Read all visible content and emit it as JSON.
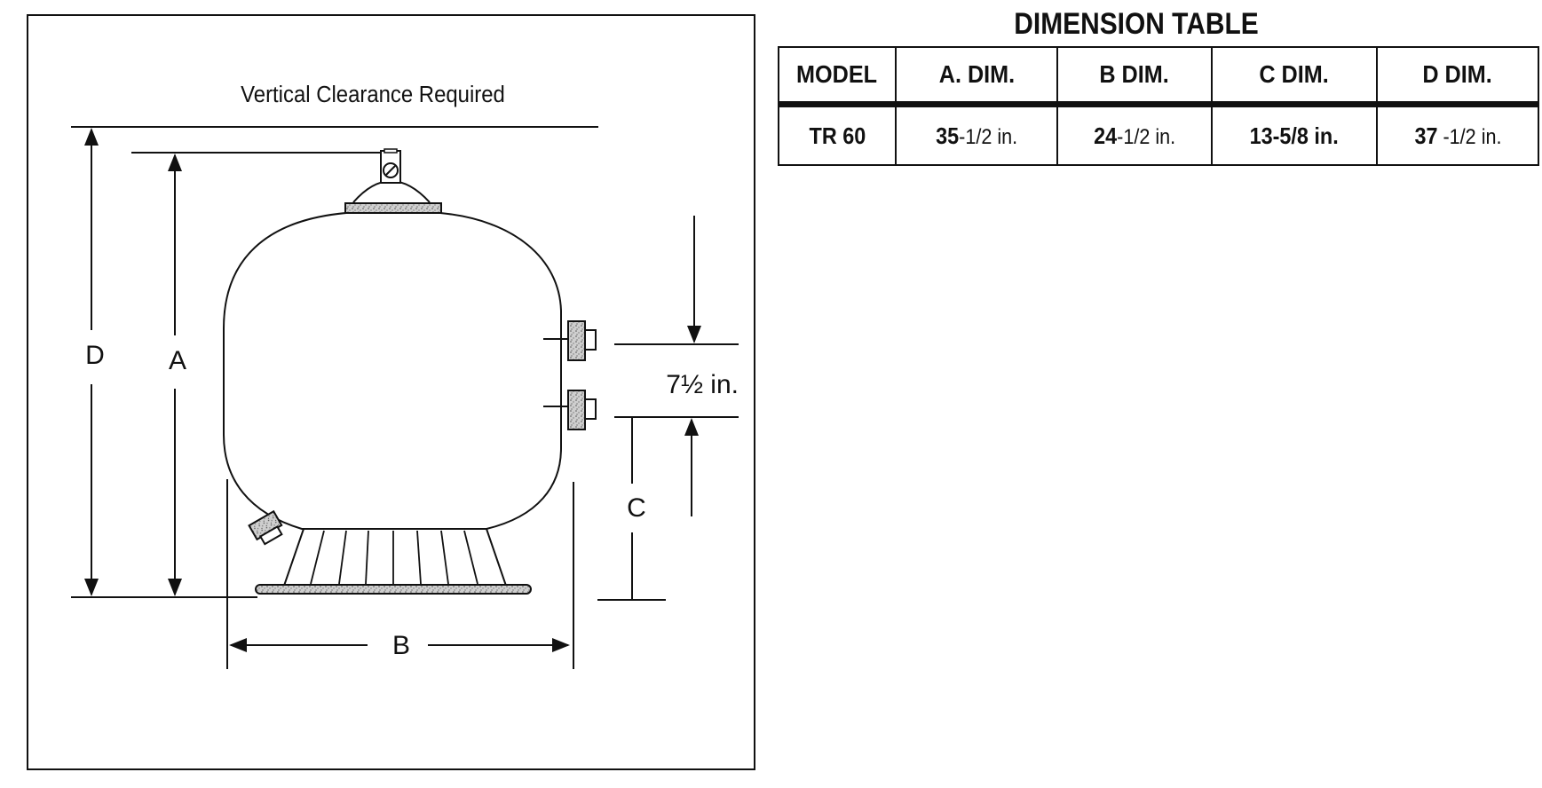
{
  "diagram": {
    "clearance_label": "Vertical Clearance Required",
    "label_d": "D",
    "label_a": "A",
    "label_b": "B",
    "label_c": "C",
    "label_port_spacing": "7½ in."
  },
  "table": {
    "title": "DIMENSION TABLE",
    "headers": [
      "MODEL",
      "A. DIM.",
      "B DIM.",
      "C DIM.",
      "D DIM."
    ],
    "row": {
      "model": "TR 60",
      "a": {
        "whole": "35",
        "frac": "-1/2 in."
      },
      "b": {
        "whole": "24",
        "frac": "-1/2 in."
      },
      "c": "13-5/8 in.",
      "d": {
        "whole": "37",
        "frac": " -1/2 in."
      }
    }
  }
}
